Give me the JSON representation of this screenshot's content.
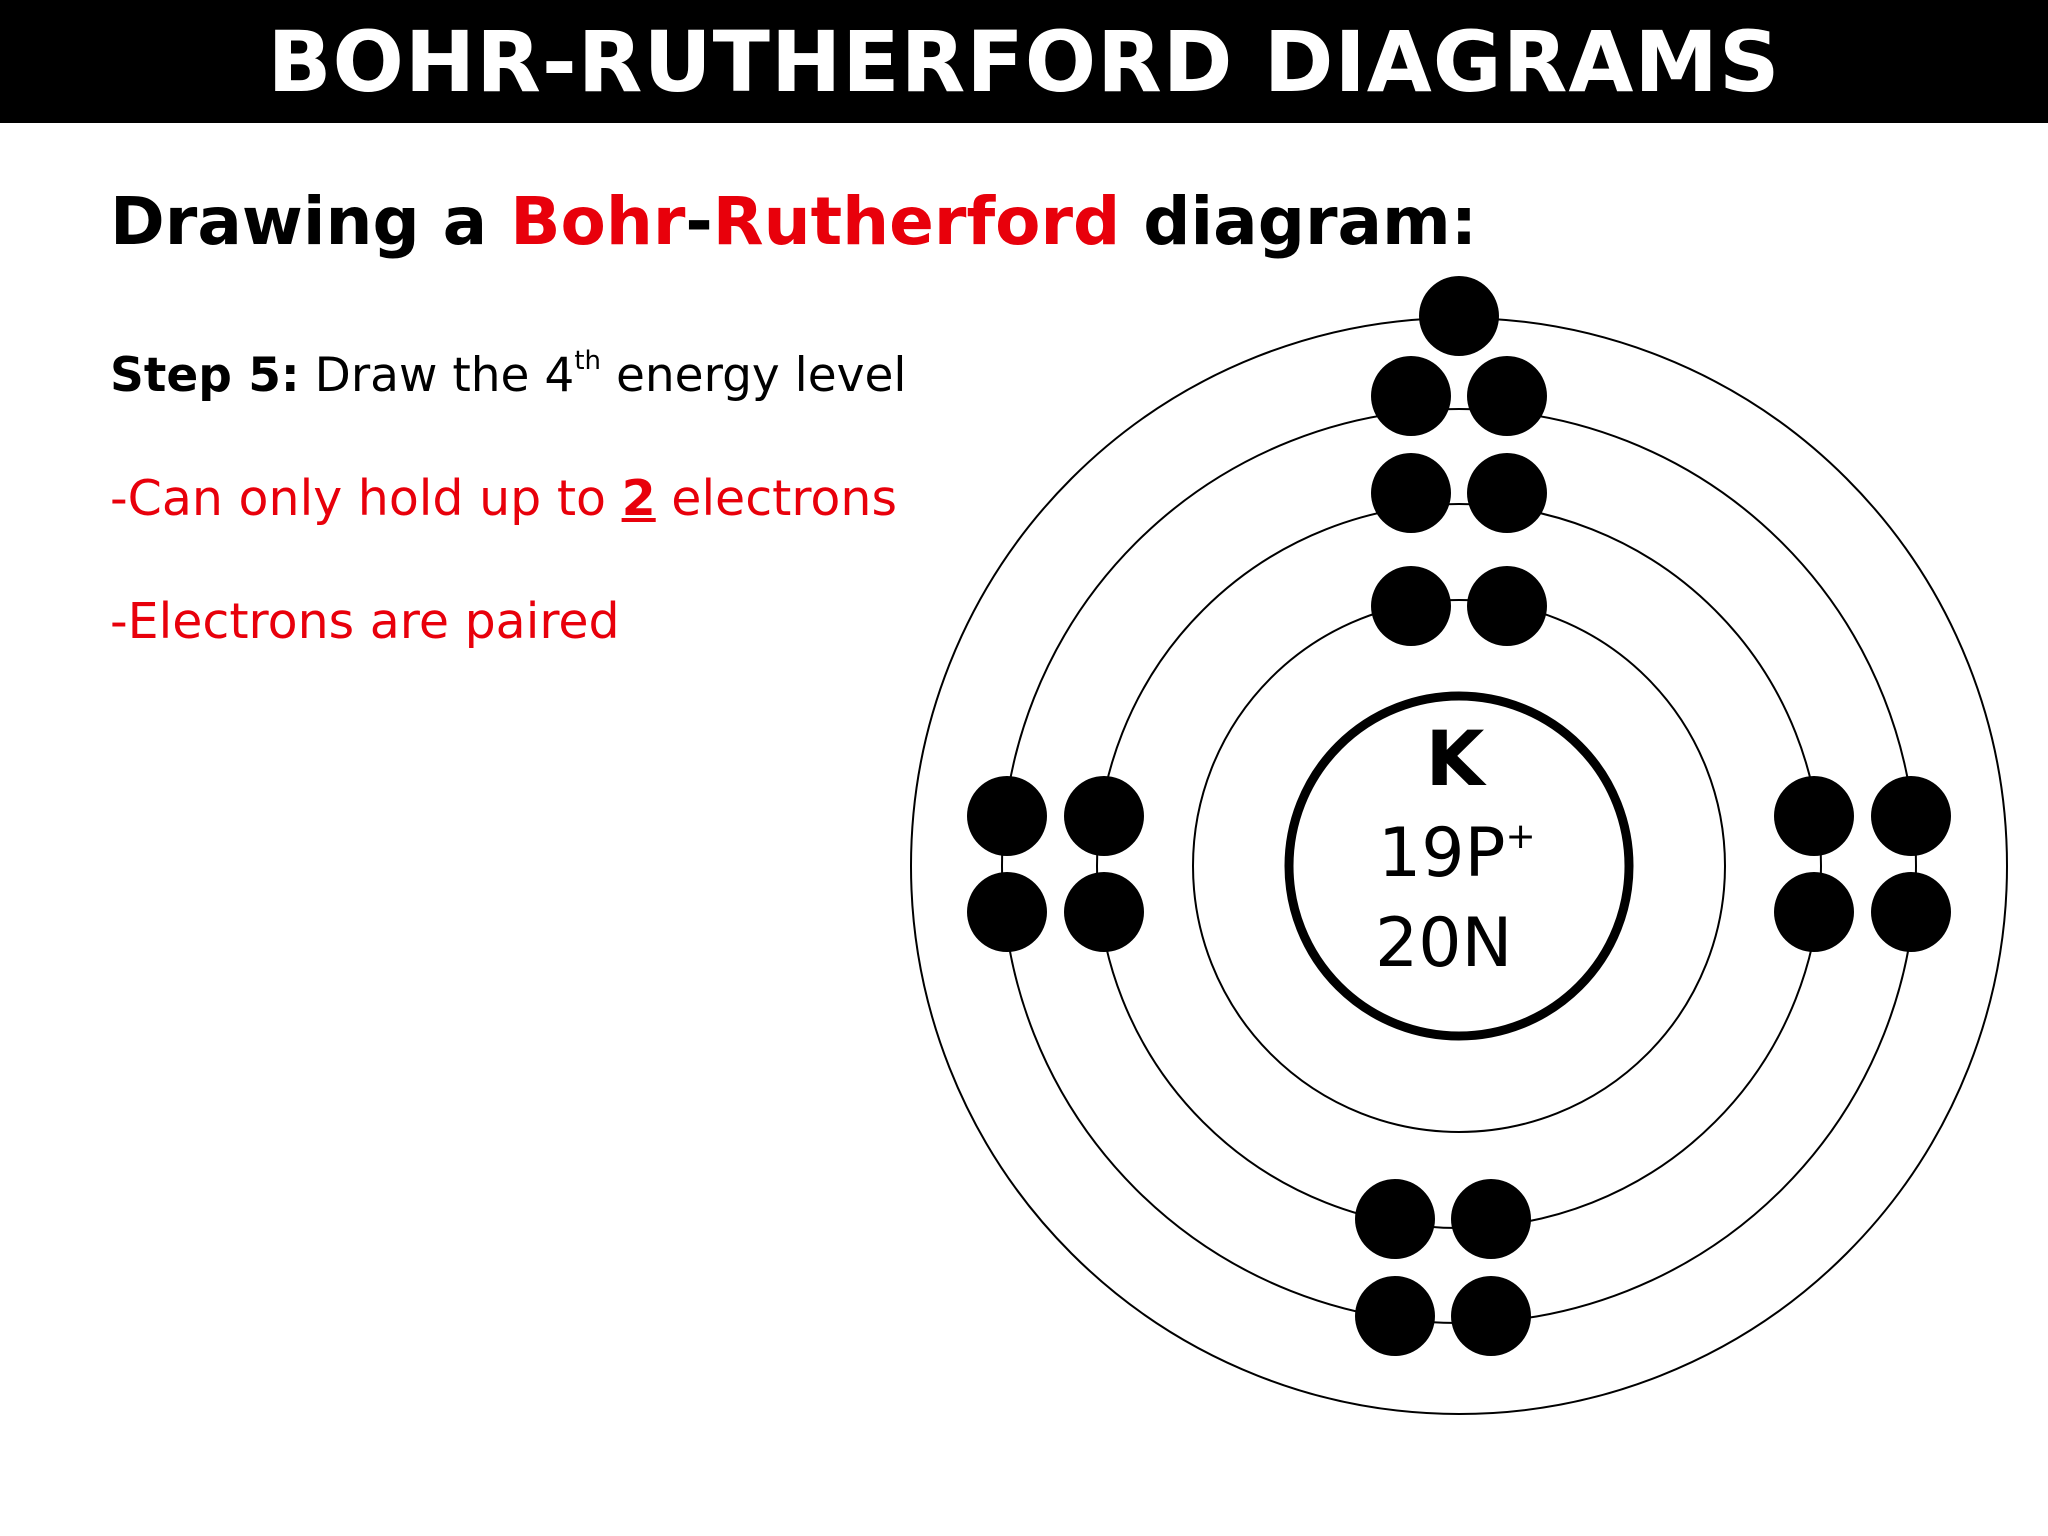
{
  "banner": {
    "title": "BOHR-RUTHERFORD DIAGRAMS"
  },
  "heading": {
    "prefix": "Drawing a ",
    "word1": "Bohr",
    "dash": "-",
    "word2": "Rutherford",
    "suffix": " diagram:"
  },
  "step": {
    "label": "Step 5:",
    "text_before": " Draw the 4",
    "superscript": "th",
    "text_after": " energy level"
  },
  "bullets": {
    "first_before": "-Can only hold up to ",
    "first_number": "2",
    "first_after": " electrons",
    "second": "-Electrons are paired"
  },
  "nucleus": {
    "symbol": "K",
    "protons": "19P",
    "proton_charge": "+",
    "neutrons": "20N"
  },
  "colors": {
    "banner_background": "#000000",
    "banner_text": "#ffffff",
    "accent_red": "#e8000b",
    "text": "#000000"
  },
  "electron_shells": [
    {
      "level": 1,
      "electrons": 2
    },
    {
      "level": 2,
      "electrons": 8
    },
    {
      "level": 3,
      "electrons": 8
    },
    {
      "level": 4,
      "electrons": 1
    }
  ]
}
